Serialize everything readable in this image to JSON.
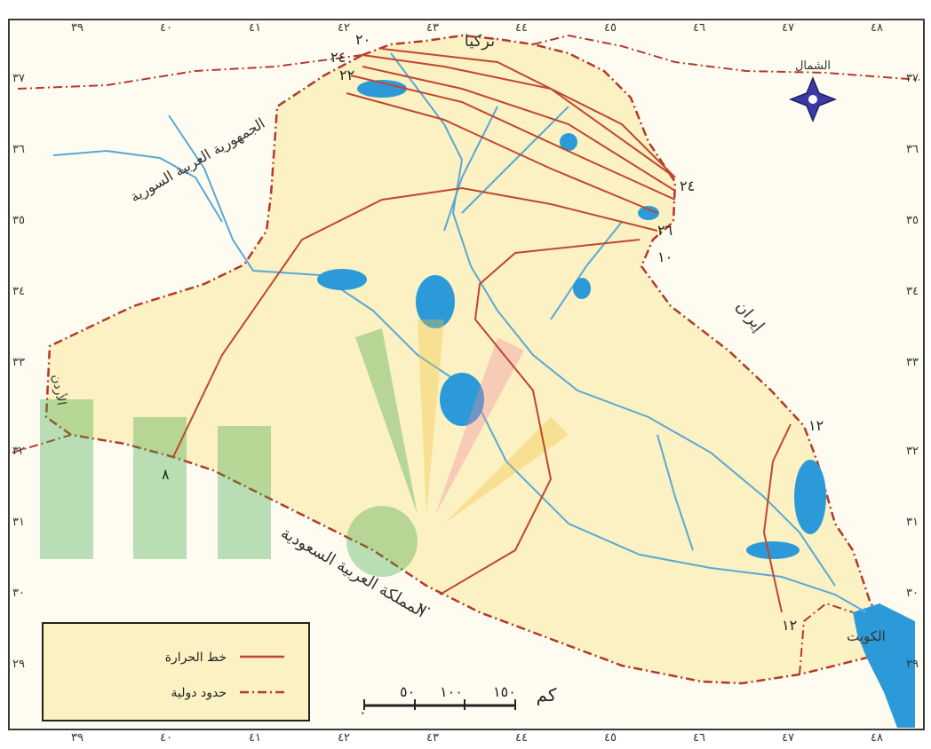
{
  "colors": {
    "country_fill": "#fbf1c2",
    "outer_fill": "#fefcf1",
    "border": "#b23a2a",
    "isotherm": "#c0472f",
    "river": "#5aa8d6",
    "water": "#2c9ad8",
    "frame": "#3a3a3a",
    "compass": "#3b3aa5",
    "watermark_green": "#3aa745",
    "watermark_yellow": "#f3c23a",
    "watermark_pink": "#f08aa0"
  },
  "lon_labels": [
    "٣٩",
    "٤٠",
    "٤١",
    "٤٢",
    "٤٣",
    "٤٤",
    "٤٥",
    "٤٦",
    "٤٧",
    "٤٨"
  ],
  "lat_labels": [
    "٣٧",
    "٣٦",
    "٣٥",
    "٣٤",
    "٣٣",
    "٣٢",
    "٣١",
    "٣٠",
    "٢٩"
  ],
  "countries": {
    "turkey": "تركيا",
    "syria": "الجمهورية العربية السورية",
    "iran": "إيران",
    "saudi": "المملكة العربية السعودية",
    "kuwait": "الكويت",
    "jordan": "الأردن"
  },
  "north_label": "الشمال",
  "isotherm_labels": [
    "٢٠",
    "٢٤",
    "٢٢",
    "٢٤",
    "٢٦",
    "١٠",
    "٨",
    "١٠",
    "١٢",
    "١٢"
  ],
  "legend": {
    "heat_line": "خط الحرارة",
    "intl_border": "حدود دولية"
  },
  "scale": {
    "unit": "كم",
    "ticks": [
      "١٥٠",
      "١٠٠",
      "٥٠",
      "٠"
    ]
  }
}
